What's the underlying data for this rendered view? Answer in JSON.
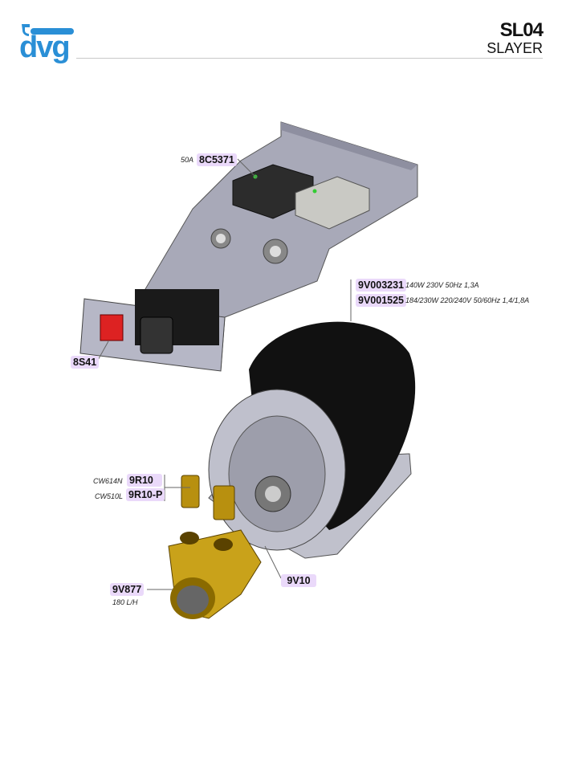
{
  "header": {
    "logo_text": "dvg",
    "model_code": "SL04",
    "model_name": "SLAYER",
    "brand_color": "#2a8fd6"
  },
  "parts": {
    "relay": {
      "code": "8C5371",
      "note": "50A"
    },
    "switch": {
      "code": "8S41"
    },
    "motor_a": {
      "code": "9V003231",
      "note": "140W 230V 50Hz 1,3A"
    },
    "motor_b": {
      "code": "9V001525",
      "note": "184/230W 220/240V 50/60Hz 1,4/1,8A"
    },
    "fitting_a": {
      "code": "9R10",
      "note": "CW614N"
    },
    "fitting_b": {
      "code": "9R10-P",
      "note": "CW510L"
    },
    "pump": {
      "code": "9V877",
      "note": "180 L/H"
    },
    "coupling": {
      "code": "9V10"
    }
  }
}
